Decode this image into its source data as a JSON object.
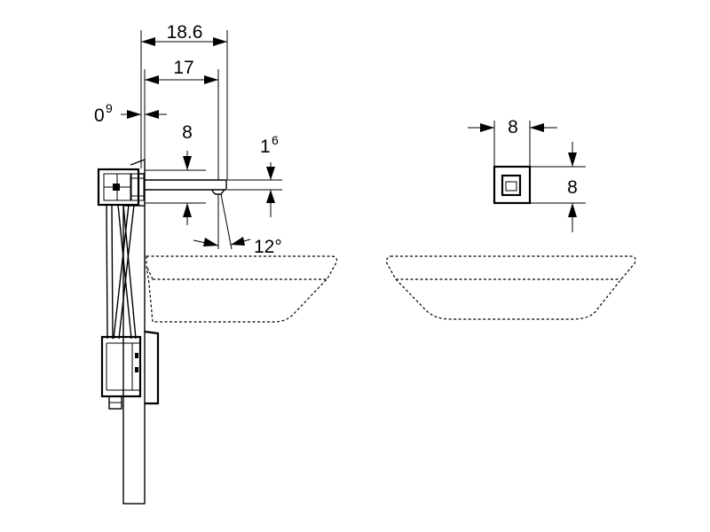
{
  "side_view": {
    "dim_total_depth": "18.6",
    "dim_spout_length": "17",
    "dim_offset_base": "0",
    "dim_offset_sup": "9",
    "dim_spout_height": "8",
    "dim_outlet_base": "1",
    "dim_outlet_sup": "6",
    "dim_angle": "12°"
  },
  "front_view": {
    "dim_width": "8",
    "dim_height": "8"
  },
  "colors": {
    "line": "#000000",
    "background": "#ffffff"
  }
}
